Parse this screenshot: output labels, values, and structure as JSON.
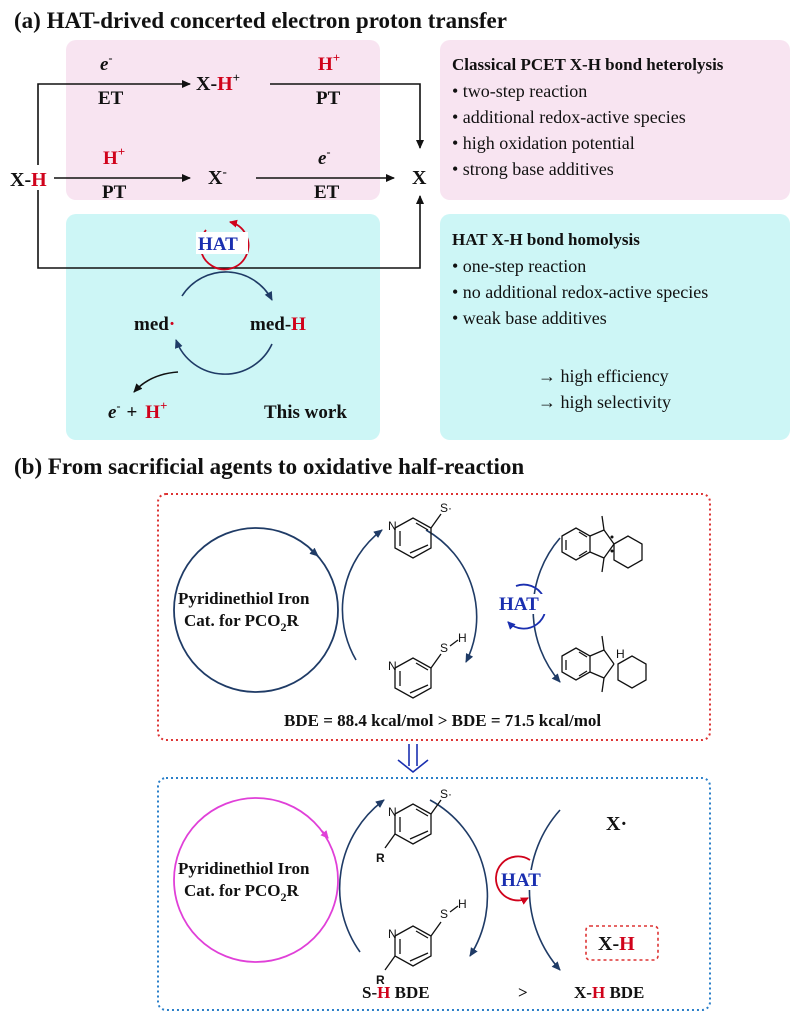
{
  "panel_a": {
    "heading": "(a) HAT-drived concerted electron proton transfer",
    "top_path": {
      "e": "e",
      "e_sup": "-",
      "et": "ET",
      "xh_plus_base": "X-",
      "xh_plus_h": "H",
      "xh_plus_sup": "+",
      "h_base": "H",
      "h_sup": "+",
      "pt": "PT"
    },
    "mid_path": {
      "xh_x": "X-",
      "xh_h": "H",
      "h_base": "H",
      "h_sup": "+",
      "pt": "PT",
      "xminus": "X",
      "xminus_sup": "-",
      "e": "e",
      "e_sup": "-",
      "et": "ET",
      "x": "X"
    },
    "hat_label": "HAT",
    "med_radical": "med",
    "med_radical_dot": "·",
    "med_h_base": "med-",
    "med_h_h": "H",
    "products": {
      "e": "e",
      "e_sup": "-",
      "plus": "+",
      "h": "H",
      "h_sup": "+"
    },
    "this_work": "This work",
    "classical_box": {
      "title": "Classical PCET X-H bond heterolysis",
      "bullets": [
        "• two-step reaction",
        "• additional redox-active species",
        "• high oxidation potential",
        "• strong base additives"
      ]
    },
    "hat_box": {
      "title": "HAT X-H bond homolysis",
      "bullets": [
        "• one-step reaction",
        "• no additional redox-active species",
        "• weak base additives"
      ],
      "outcomes": [
        "→ high efficiency",
        "→ high selectivity"
      ]
    }
  },
  "panel_b": {
    "heading": "(b) From sacrificial agents to oxidative half-reaction",
    "top_box": {
      "cycle_label_line1": "Pyridinethiol Iron",
      "cycle_label_line2_a": "Cat. for PCO",
      "cycle_label_line2_sub": "2",
      "cycle_label_line2_b": "R",
      "hat_label": "HAT",
      "s_radical": "S·",
      "s_h_s": "S",
      "s_h_h": "H",
      "n": "N",
      "bim_h": "H",
      "bde_text": "BDE = 88.4 kcal/mol > BDE = 71.5 kcal/mol"
    },
    "bottom_box": {
      "cycle_label_line1": "Pyridinethiol Iron",
      "cycle_label_line2_a": "Cat. for PCO",
      "cycle_label_line2_sub": "2",
      "cycle_label_line2_b": "R",
      "hat_label": "HAT",
      "s_radical": "S·",
      "s_h_s": "S",
      "s_h_h": "H",
      "n": "N",
      "r": "R",
      "x_radical": "X·",
      "xh_x": "X-",
      "xh_h": "H",
      "bde_left_s": "S-",
      "bde_left_h": "H",
      "bde_left_rest": " BDE",
      "bde_gt": ">",
      "bde_right_x": "X-",
      "bde_right_h": "H",
      "bde_right_rest": " BDE"
    }
  },
  "colors": {
    "pink_box": "#f8e4f1",
    "cyan_box": "#cdf6f6",
    "red": "#d0021b",
    "navy": "#1f3b66",
    "blue_text": "#1a2fb0",
    "magenta": "#e040d8",
    "dotted_red": "#d33",
    "dotted_blue": "#2a7fc9"
  }
}
